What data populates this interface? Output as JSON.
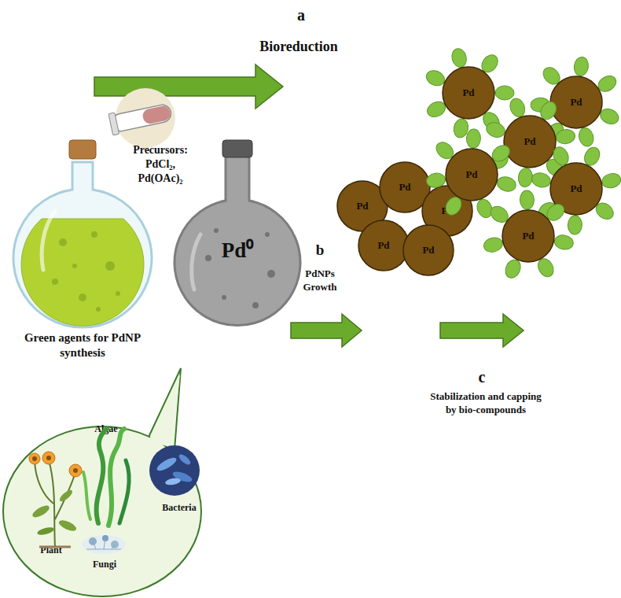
{
  "diagram": {
    "nodes": [
      {
        "text": [
          "Green agents for PdNP synthesis"
        ]
      },
      {
        "text": [
          "Pd⁰"
        ]
      },
      {
        "text": [
          "Pd"
        ]
      },
      {
        "text": [
          "Pd"
        ]
      },
      {
        "text": [
          "Pd"
        ]
      },
      {
        "text": [
          "Pd"
        ]
      },
      {
        "text": [
          "Pd"
        ]
      },
      {
        "text": [
          "Pd"
        ]
      },
      {
        "text": [
          "Pd"
        ]
      },
      {
        "text": [
          "Pd"
        ]
      },
      {
        "text": [
          "Pd"
        ]
      },
      {
        "text": [
          "Pd"
        ]
      },
      {
        "text": [
          "Pd"
        ]
      },
      {
        "text": [
          "Algae",
          "Bacteria",
          "Plant",
          "Fungi"
        ]
      }
    ],
    "labels": [
      "a",
      "Bioreduction",
      "Precursors: PdCl₂, Pd(OAc)₂",
      "b",
      "PdNPs Growth",
      "c",
      "Stabilization and capping by bio-compounds"
    ]
  }
}
